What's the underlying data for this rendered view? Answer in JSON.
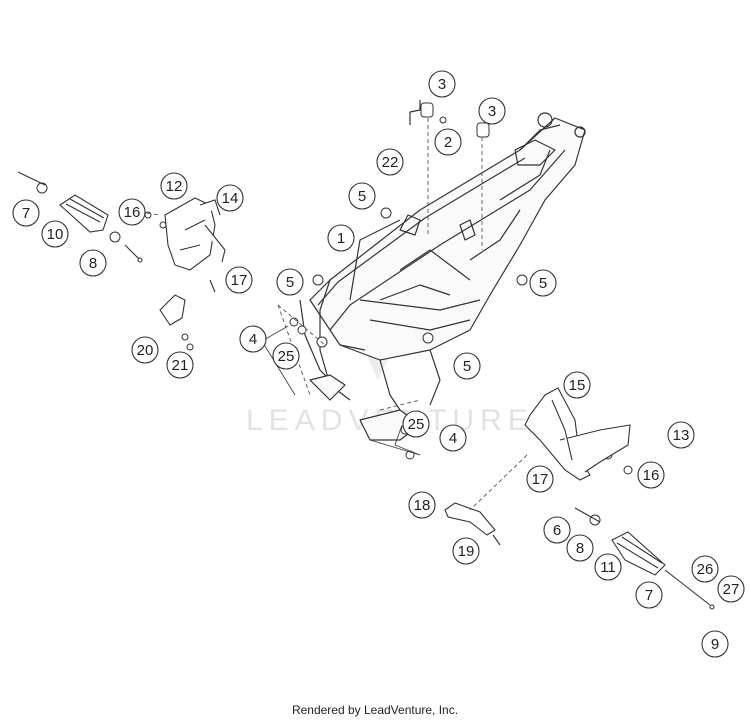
{
  "diagram": {
    "watermark": "LEADVENTURE",
    "callouts": [
      {
        "id": "c3a",
        "label": "3"
      },
      {
        "id": "c3b",
        "label": "3"
      },
      {
        "id": "c2",
        "label": "2"
      },
      {
        "id": "c22",
        "label": "22"
      },
      {
        "id": "c5a",
        "label": "5"
      },
      {
        "id": "c1",
        "label": "1"
      },
      {
        "id": "c12",
        "label": "12"
      },
      {
        "id": "c14",
        "label": "14"
      },
      {
        "id": "c16a",
        "label": "16"
      },
      {
        "id": "c7a",
        "label": "7"
      },
      {
        "id": "c10",
        "label": "10"
      },
      {
        "id": "c8a",
        "label": "8"
      },
      {
        "id": "c17a",
        "label": "17"
      },
      {
        "id": "c5b",
        "label": "5"
      },
      {
        "id": "c5c",
        "label": "5"
      },
      {
        "id": "c4a",
        "label": "4"
      },
      {
        "id": "c25a",
        "label": "25"
      },
      {
        "id": "c20",
        "label": "20"
      },
      {
        "id": "c21",
        "label": "21"
      },
      {
        "id": "c5d",
        "label": "5"
      },
      {
        "id": "c15",
        "label": "15"
      },
      {
        "id": "c25b",
        "label": "25"
      },
      {
        "id": "c4b",
        "label": "4"
      },
      {
        "id": "c13",
        "label": "13"
      },
      {
        "id": "c17b",
        "label": "17"
      },
      {
        "id": "c16b",
        "label": "16"
      },
      {
        "id": "c18",
        "label": "18"
      },
      {
        "id": "c6",
        "label": "6"
      },
      {
        "id": "c8b",
        "label": "8"
      },
      {
        "id": "c19",
        "label": "19"
      },
      {
        "id": "c11",
        "label": "11"
      },
      {
        "id": "c26",
        "label": "26"
      },
      {
        "id": "c27",
        "label": "27"
      },
      {
        "id": "c7b",
        "label": "7"
      },
      {
        "id": "c9",
        "label": "9"
      }
    ]
  },
  "footer": {
    "text": "Rendered by LeadVenture, Inc."
  }
}
